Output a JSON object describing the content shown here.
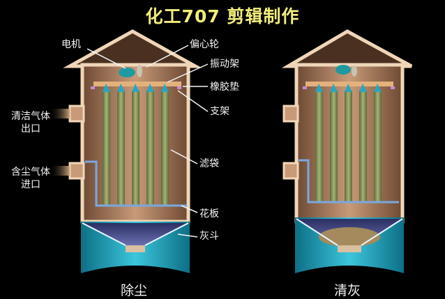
{
  "title": "化工707 剪辑制作",
  "left_unit": {
    "caption": "除尘",
    "labels": {
      "motor": "电机",
      "eccentric": "偏心轮",
      "vibration_frame": "振动架",
      "rubber_pad": "橡胶垫",
      "support": "支架",
      "clean_gas_outlet_line1": "清洁气体",
      "clean_gas_outlet_line2": "出口",
      "dusty_gas_inlet_line1": "含尘气体",
      "dusty_gas_inlet_line2": "进口",
      "filter_bag": "滤袋",
      "tube_sheet": "花板",
      "ash_hopper": "灰斗"
    }
  },
  "right_unit": {
    "caption": "清灰"
  },
  "colors": {
    "title": "#f2ee7a",
    "shell": "#f0d6b8",
    "hopper": "#2fb4cc",
    "bag": "#8c9a5c",
    "label": "#f4f4f4"
  }
}
